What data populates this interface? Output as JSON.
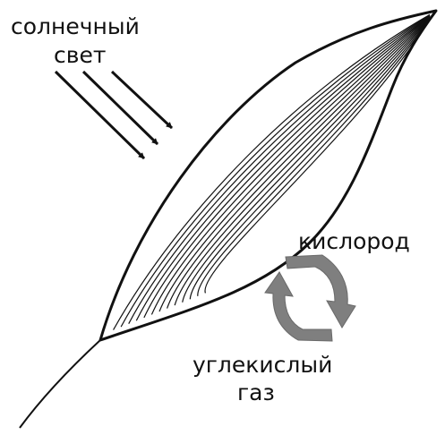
{
  "labels": {
    "sunlight_line1": "солнечный",
    "sunlight_line2": "свет",
    "oxygen": "кислород",
    "co2_line1": "углекислый",
    "co2_line2": "газ"
  },
  "colors": {
    "ink": "#111111",
    "exchange_arrow": "#7f7f7f",
    "background": "#ffffff"
  }
}
